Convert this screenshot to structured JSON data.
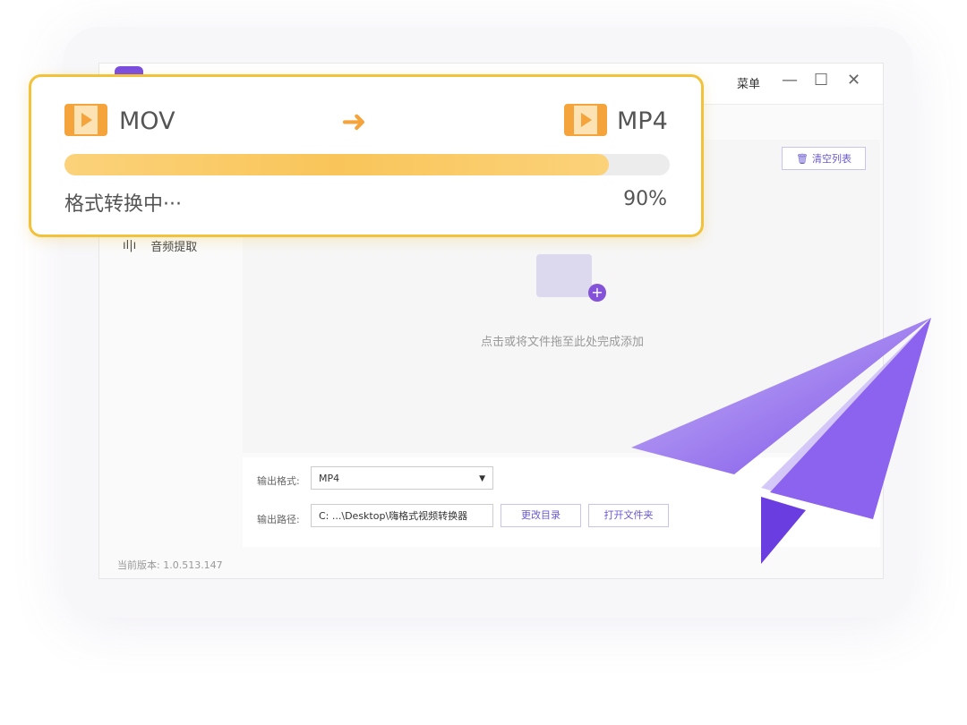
{
  "window": {
    "menu_label": "菜单",
    "minimize_icon": "minimize-icon",
    "maximize_icon": "maximize-icon",
    "close_icon": "close-icon"
  },
  "sidebar": {
    "items": [
      {
        "label": "音频提取",
        "icon": "waveform-icon"
      }
    ]
  },
  "main": {
    "clear_list": "清空列表",
    "drop_hint": "点击或将文件拖至此处完成添加"
  },
  "output": {
    "format_label": "输出格式:",
    "format_value": "MP4",
    "path_label": "输出路径:",
    "path_value": "C: ...\\Desktop\\嗨格式视频转换器",
    "change_dir": "更改目录",
    "open_folder": "打开文件夹"
  },
  "version": "当前版本: 1.0.513.147",
  "conversion": {
    "from": "MOV",
    "to": "MP4",
    "status": "格式转换中···",
    "progress_label": "90%",
    "progress": 0.9,
    "accent": "#f2c23a"
  }
}
